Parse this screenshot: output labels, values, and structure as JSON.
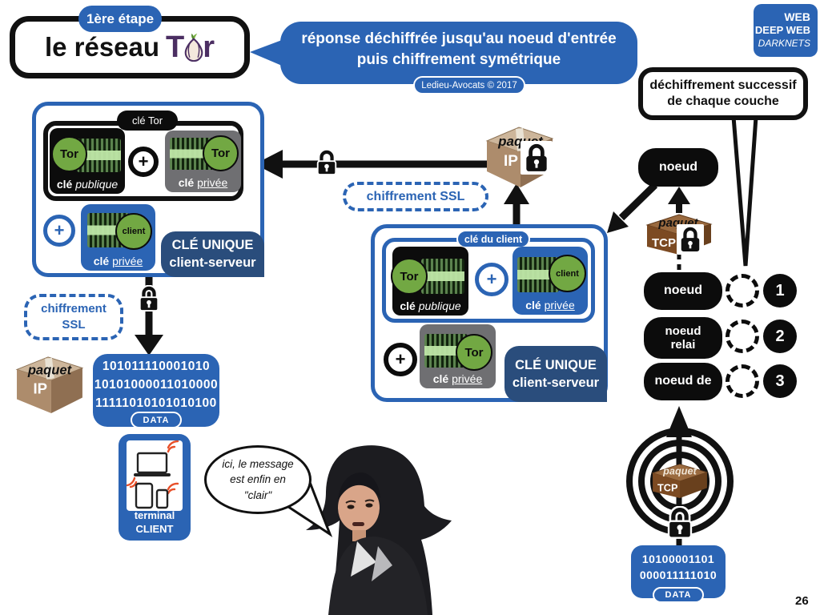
{
  "page_number": "26",
  "title": {
    "badge": "1ère étape",
    "text": "le réseau",
    "logo_t": "T",
    "logo_r": "r"
  },
  "headline": {
    "line1": "réponse déchiffrée jusqu'au noeud d'entrée",
    "line2": "puis chiffrement symétrique",
    "credit": "Ledieu-Avocats © 2017"
  },
  "web_badge": {
    "line1": "WEB",
    "line2": "DEEP WEB",
    "line3": "DARKNETS"
  },
  "callout": {
    "line1": "déchiffrement successif",
    "line2": "de chaque couche"
  },
  "tor_key_box": {
    "label": "clé Tor",
    "pub": {
      "owner": "Tor",
      "w1": "clé",
      "w2": "publique"
    },
    "priv": {
      "owner": "Tor",
      "w1": "clé",
      "w2": "privée"
    },
    "client_priv": {
      "owner": "client",
      "w1": "clé",
      "w2": "privée"
    },
    "plus": "+",
    "unique": {
      "line1": "CLÉ UNIQUE",
      "line2": "client-serveur"
    }
  },
  "client_key_box": {
    "label": "clé du client",
    "pub": {
      "owner": "Tor",
      "w1": "clé",
      "w2": "publique"
    },
    "priv": {
      "owner": "client",
      "w1": "clé",
      "w2": "privée"
    },
    "tor_priv": {
      "owner": "Tor",
      "w1": "clé",
      "w2": "privée"
    },
    "plus": "+",
    "unique": {
      "line1": "CLÉ UNIQUE",
      "line2": "client-serveur"
    }
  },
  "ssl_top_label": "chiffrement SSL",
  "ssl_left": {
    "line1": "chiffrement",
    "line2": "SSL"
  },
  "packets": {
    "ip_top": {
      "name": "paquet",
      "proto": "IP"
    },
    "ip_left": {
      "name": "paquet",
      "proto": "IP"
    },
    "tcp_right": {
      "name": "paquet",
      "proto": "TCP"
    },
    "tcp_rings": {
      "name": "paquet",
      "proto": "TCP"
    }
  },
  "client_data": {
    "lines": [
      "101011110001010",
      "10101000011010000",
      "11111010101010100"
    ],
    "label": "DATA"
  },
  "node_data": {
    "lines": [
      "10100001101",
      "000011111010"
    ],
    "label": "DATA"
  },
  "terminal": {
    "line1": "terminal",
    "line2": "CLIENT"
  },
  "speech": {
    "line1": "ici, le message",
    "line2": "est enfin en",
    "line3": "\"clair\""
  },
  "nodes": {
    "entry": "noeud",
    "first": "noeud",
    "relay_l1": "noeud",
    "relay_l2": "relai",
    "exit": "noeud de",
    "num1": "1",
    "num2": "2",
    "num3": "3"
  },
  "colors": {
    "accent_blue": "#2B64B4",
    "navy": "#2A4D7C",
    "key_green": "#72A843",
    "wifi_orange": "#E8502A"
  }
}
